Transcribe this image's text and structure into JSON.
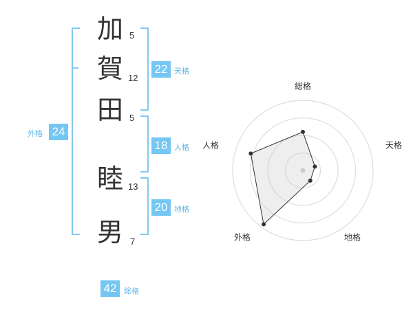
{
  "name": {
    "chars": [
      {
        "char": "加",
        "strokes": "5"
      },
      {
        "char": "賀",
        "strokes": "12"
      },
      {
        "char": "田",
        "strokes": "5"
      },
      {
        "char": "睦",
        "strokes": "13"
      },
      {
        "char": "男",
        "strokes": "7"
      }
    ]
  },
  "kaku": {
    "tenkaku": {
      "value": "22",
      "label": "天格"
    },
    "jinkaku": {
      "value": "18",
      "label": "人格"
    },
    "chikaku": {
      "value": "20",
      "label": "地格"
    },
    "gaikaku": {
      "value": "24",
      "label": "外格"
    },
    "soukaku": {
      "value": "42",
      "label": "総格"
    }
  },
  "colors": {
    "accent": "#74c6f3",
    "bracket": "#83c8ef",
    "label": "#5db8ea",
    "text": "#333333"
  },
  "chart_data": {
    "type": "radar",
    "axes": [
      "総格",
      "天格",
      "地格",
      "外格",
      "人格"
    ],
    "values": [
      0.55,
      0.18,
      0.18,
      0.95,
      0.78
    ],
    "max": 1,
    "rings": 4
  }
}
